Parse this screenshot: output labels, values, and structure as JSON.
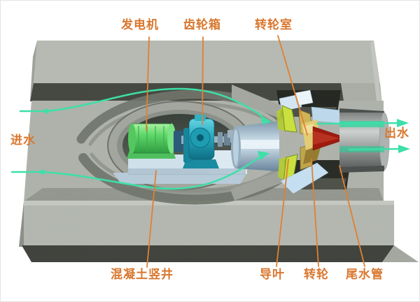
{
  "diagram": {
    "type": "bulb-turbine-cross-section",
    "labels": {
      "generator": "发电机",
      "gearbox": "齿轮箱",
      "runner_chamber": "转轮室",
      "inlet": "进水",
      "outlet": "出水",
      "concrete_shaft": "混凝土竖井",
      "guide_vane": "导叶",
      "runner": "转轮",
      "draft_tube": "尾水管"
    },
    "colors": {
      "label_text": "#d9772e",
      "leader_line": "#e08030",
      "flow_arrow": "#3ce0a8",
      "concrete": "#b2b6af",
      "concrete_shadow": "#44473f",
      "generator_body": "#5fd76a",
      "gearbox_body": "#29aac0",
      "guide_vane_blade": "#c9e040",
      "runner_blades": "#d9c060",
      "nose_cone": "#9e1b0e",
      "chamber_shell": "#bcd8ea"
    }
  }
}
